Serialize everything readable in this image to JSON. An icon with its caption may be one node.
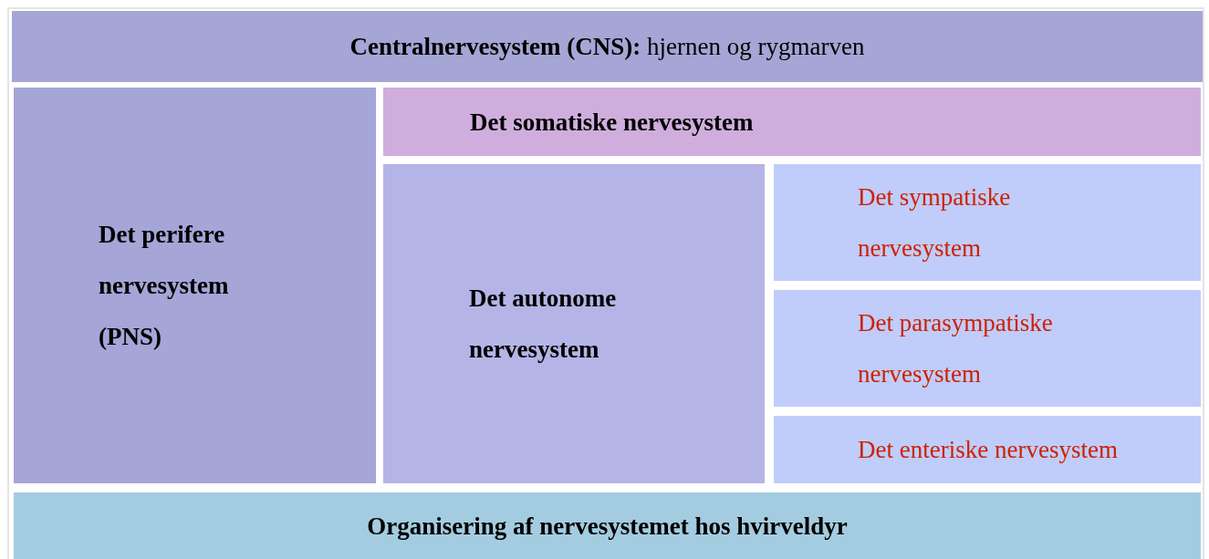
{
  "diagram": {
    "nodes": [
      {
        "text": [
          "**Centralnervesystem (CNS):** hjernen og rygmarven"
        ]
      },
      {
        "text": [
          "Det perifere nervesystem (PNS)"
        ]
      },
      {
        "text": [
          "Det somatiske nervesystem"
        ]
      },
      {
        "text": [
          "Det autonome nervesystem"
        ]
      },
      {
        "text": [
          "Det sympatiske nervesystem"
        ]
      },
      {
        "text": [
          "Det parasympatiske nervesystem"
        ]
      },
      {
        "text": [
          "Det enteriske nervesystem"
        ]
      },
      {
        "text": [
          "Organisering af nervesystemet hos hvirveldyr"
        ]
      }
    ]
  }
}
